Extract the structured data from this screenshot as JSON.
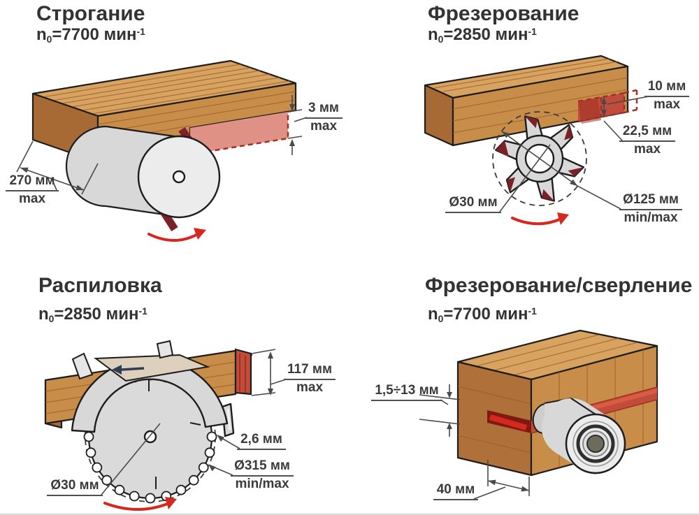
{
  "colors": {
    "text": "#333333",
    "outline": "#1d1d1d",
    "wood-top": "#d8a260",
    "wood-front": "#c98d4a",
    "wood-side": "#b0703a",
    "wood-end": "#a76a34",
    "grain": "#9a5f28",
    "cut-salmon": "#de9184",
    "cut-red": "#c24c3c",
    "cut-red-dark": "#9e3223",
    "cut-red-bright": "#d95b41",
    "blade-red": "#7c2128",
    "bright-red": "#d6281e",
    "metal": "#d8d8d8",
    "metal-light": "#ececec",
    "guard-tan": "#ddd1be",
    "dim": "#4a4a4a",
    "navy": "#2e3d52"
  },
  "panels": {
    "planing": {
      "title": "Строгание",
      "spec": {
        "n": "n",
        "sub": "0",
        "body": "=7700 мин",
        "sup": "-1"
      },
      "dims": {
        "depth": {
          "line1": "3 мм",
          "line2": "max"
        },
        "width": {
          "line1": "270 мм",
          "line2": "max"
        }
      }
    },
    "milling": {
      "title": "Фрезерование",
      "spec": {
        "n": "n",
        "sub": "0",
        "body": "=2850 мин",
        "sup": "-1"
      },
      "dims": {
        "cut_width": {
          "line1": "10 мм",
          "line2": "max"
        },
        "cut_depth": {
          "line1": "22,5 мм",
          "line2": "max"
        },
        "bore": {
          "line1": "Ø30 мм",
          "line2": ""
        },
        "diameter": {
          "line1": "Ø125 мм",
          "line2": "min/max"
        }
      }
    },
    "sawing": {
      "title": "Распиловка",
      "spec": {
        "n": "n",
        "sub": "0",
        "body": "=2850 мин",
        "sup": "-1"
      },
      "dims": {
        "cut_height": {
          "line1": "117 мм",
          "line2": "max"
        },
        "kerf": {
          "line1": "2,6 мм",
          "line2": ""
        },
        "diameter": {
          "line1": "Ø315 мм",
          "line2": "min/max"
        },
        "bore": {
          "line1": "Ø30 мм",
          "line2": ""
        }
      }
    },
    "drilling": {
      "title": "Фрезерование/сверление",
      "spec": {
        "n": "n",
        "sub": "0",
        "body": "=7700 мин",
        "sup": "-1"
      },
      "dims": {
        "chuck_range": {
          "line1": "1,5÷13 мм",
          "line2": ""
        },
        "depth": {
          "line1": "40 мм",
          "line2": ""
        }
      }
    }
  }
}
